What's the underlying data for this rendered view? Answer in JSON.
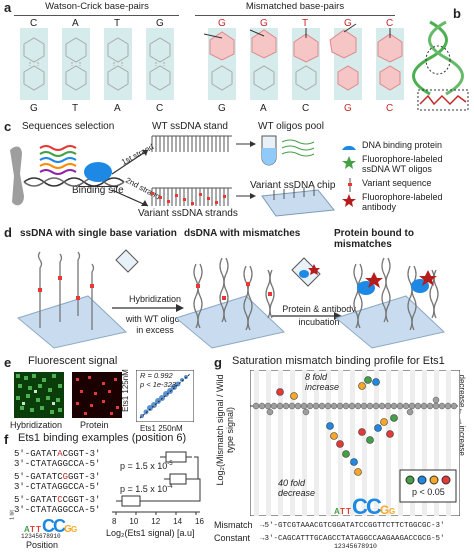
{
  "panel_a": {
    "label": "a",
    "wc_title": "Watson-Crick base-pairs",
    "mm_title": "Mismatched base-pairs",
    "wc_top": [
      "C",
      "A",
      "T",
      "G"
    ],
    "wc_bottom": [
      "G",
      "T",
      "A",
      "C"
    ],
    "mm_top": [
      "G",
      "G",
      "T",
      "G",
      "C"
    ],
    "mm_bottom": [
      "G",
      "A",
      "C",
      "G",
      "C"
    ]
  },
  "panel_b": {
    "label": "b"
  },
  "panel_c": {
    "label": "c",
    "seq_selection": "Sequences selection",
    "binding_site": "Binding site",
    "first_strand": "1st strand",
    "second_strand": "2nd strand",
    "wt_stand": "WT ssDNA stand",
    "wt_pool": "WT oligos pool",
    "variant_chip": "Variant ssDNA chip",
    "variant_strands": "Variant ssDNA strands",
    "legend": [
      {
        "icon": "protein-icon",
        "text": "DNA binding protein"
      },
      {
        "icon": "star-green-icon",
        "text": "Fluorophore-labeled ssDNA WT oligos"
      },
      {
        "icon": "variant-seq-icon",
        "text": "Variant sequence"
      },
      {
        "icon": "star-red-icon",
        "text": "Fluorophore-labeled antibody"
      }
    ]
  },
  "panel_d": {
    "label": "d",
    "step1": "ssDNA with single base variation",
    "step2": "dsDNA with mismatches",
    "step3": "Protein bound to mismatches",
    "arrow1_a": "Hybridization",
    "arrow1_b": "with WT oligos",
    "arrow1_c": "in excess",
    "arrow2_a": "Protein & antibody",
    "arrow2_b": "incubation"
  },
  "panel_e": {
    "label": "e",
    "title": "Fluorescent signal",
    "img1": "Hybridization",
    "img2": "Protein",
    "r": "R = 0.992",
    "p": "p < 1e-323",
    "ylabel": "Ets1 125nM",
    "xlabel": "Ets1 250nM"
  },
  "panel_f": {
    "label": "f",
    "title": "Ets1 binding examples (position 6)",
    "seqs": [
      {
        "top_pre": "5'-GATAT",
        "top_mm": "A",
        "top_post": "CGGT-3'",
        "bot": "3'-CTATAGGCCA-5'"
      },
      {
        "top_pre": "5'-GATATC",
        "top_mm": "G",
        "top_post": "GGT-3'",
        "bot": "3'-CTATAGGCCA-5'"
      },
      {
        "top_pre": "5'-GATAT",
        "top_mm": "C",
        "top_post": "CGGT-3'",
        "bot": "3'-CTATAGGCCA-5'"
      }
    ],
    "p1": "p = 1.5 x 10",
    "p1_exp": "-5",
    "p2": "p = 1.5 x 10",
    "p2_exp": "-4",
    "xlabel": "Log₂(Ets1 signal) [a.u]",
    "xticks": [
      "8",
      "10",
      "12",
      "14",
      "16"
    ],
    "position_label": "Position",
    "position_digits": "12345678910",
    "logo_bits": "1 bit"
  },
  "panel_g": {
    "label": "g",
    "title": "Saturation mismatch binding profile for Ets1",
    "ylabel": "Log₂(Mismatch signal / Wild type signal)",
    "increase": "8 fold increase",
    "decrease": "40 fold decrease",
    "right_label": "decrease← →increase",
    "p_label": "p < 0.05",
    "mismatch_label": "Mismatch",
    "constant_label": "Constant",
    "mismatch_seq": "GTCGTAAACGTCGGATATCCGGTTCTTCTGGCGC-3'",
    "constant_seq": "CAGCATTTGCAGCCTATAGGCCAAGAAGACCGCG-5'",
    "position_digits": "12345678910"
  },
  "colors": {
    "red": "#e53935",
    "pink": "#f8bbbb",
    "teal": "#b8e0e0",
    "blue": "#1e88e5",
    "chip": "#c9dcef"
  }
}
